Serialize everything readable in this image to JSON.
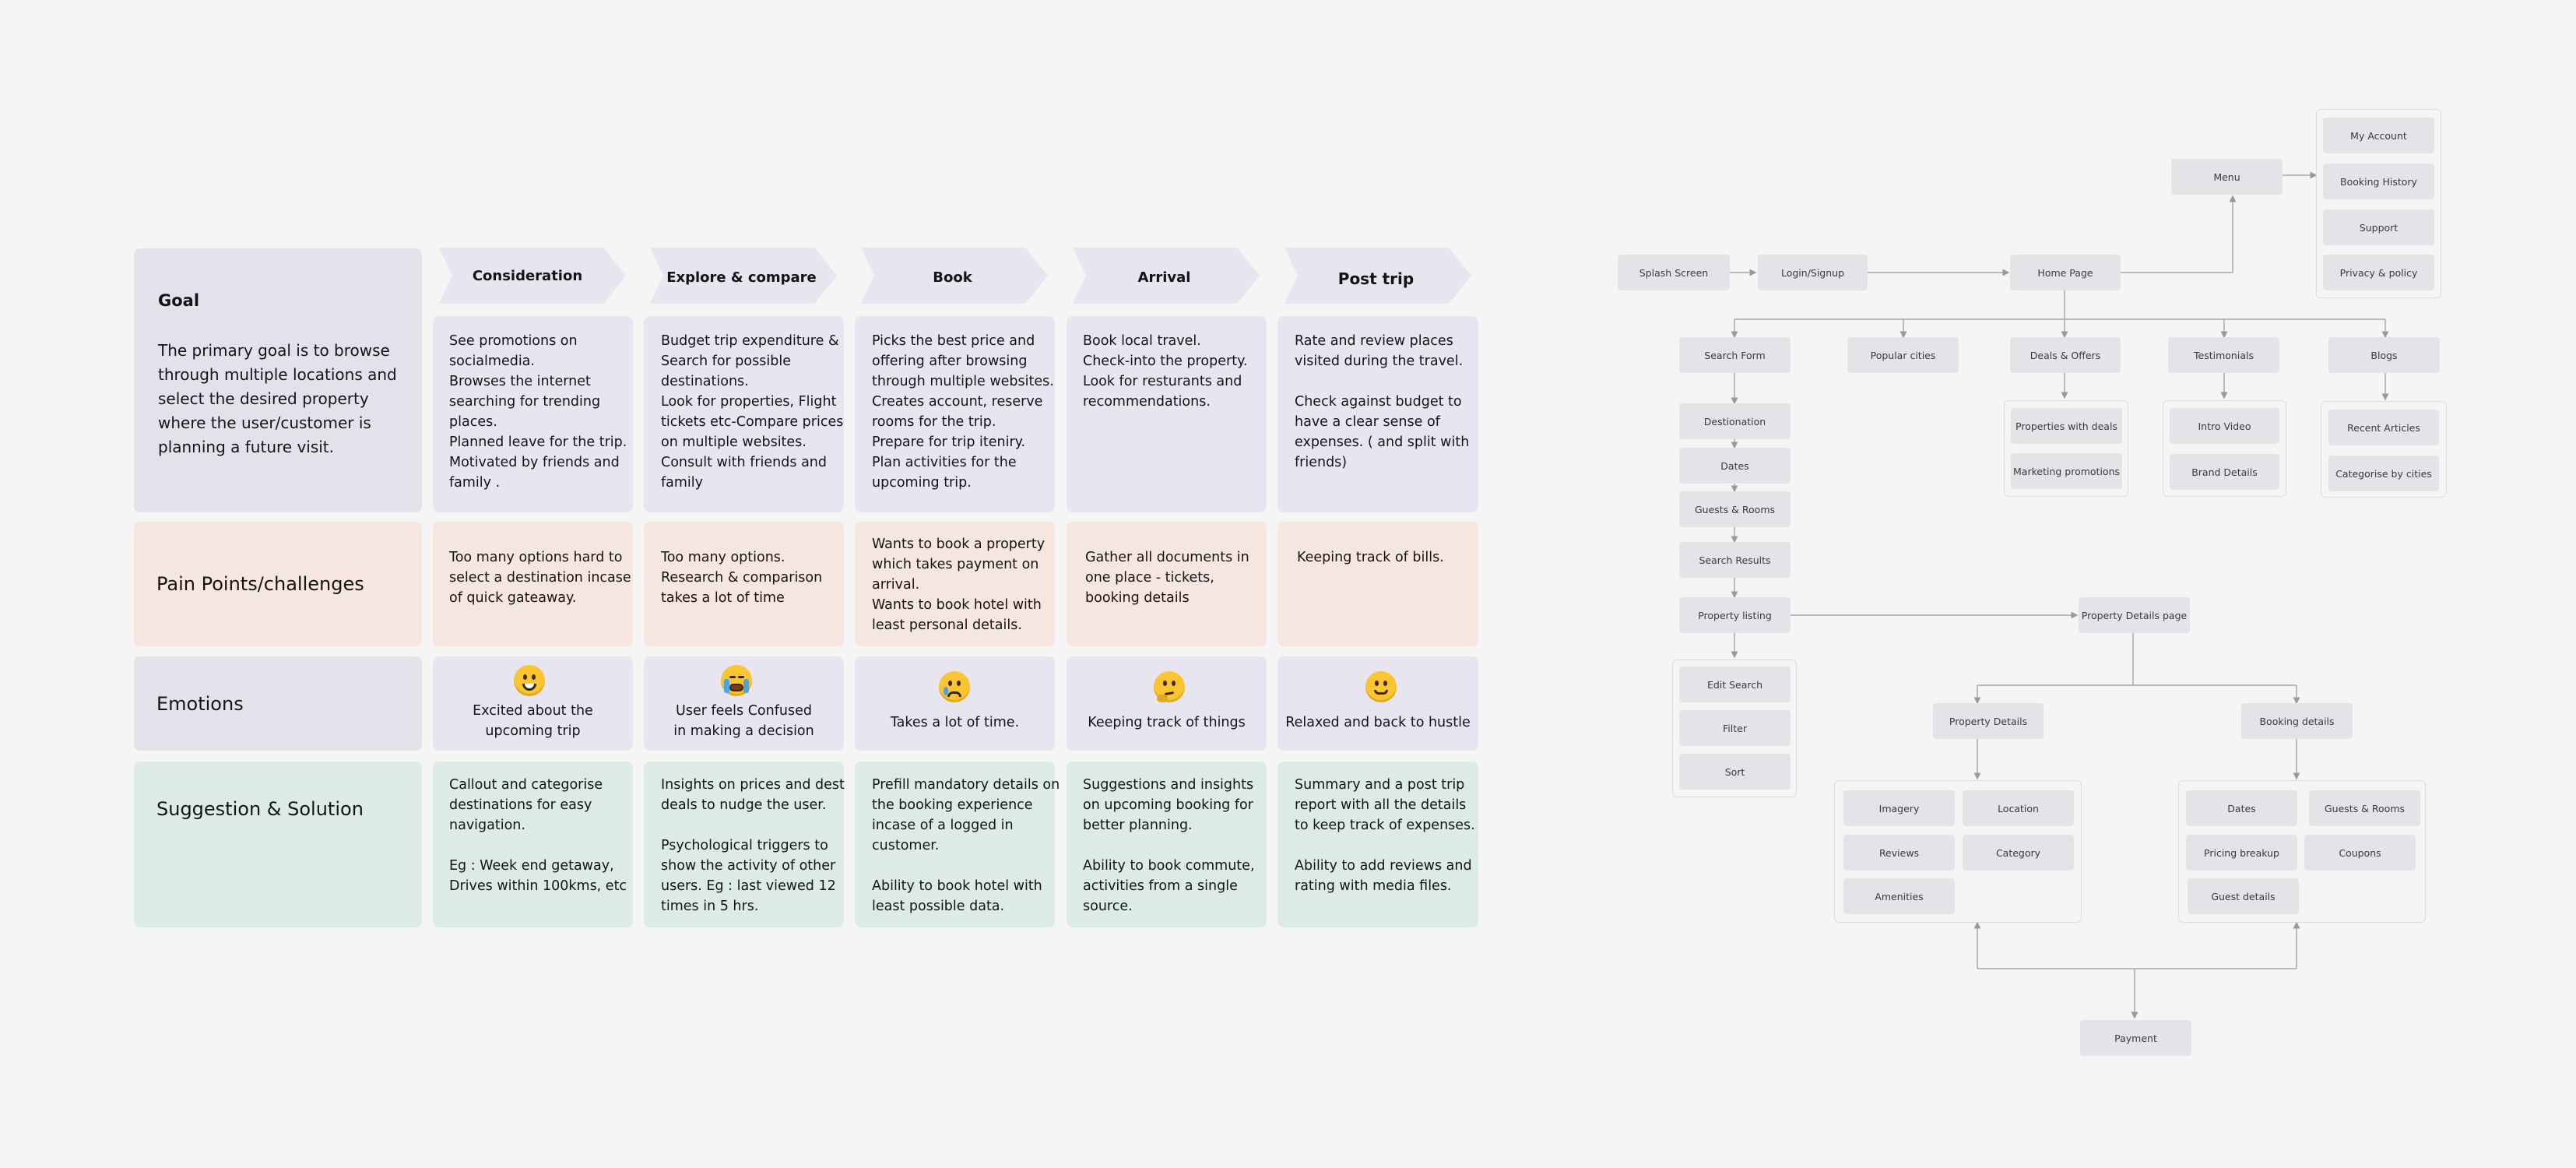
{
  "journey": {
    "goal": {
      "title": "Goal",
      "text": "The primary goal is to browse\nthrough multiple locations and\nselect the desired property\nwhere the user/customer is\nplanning a future visit."
    },
    "row_labels": {
      "pain": "Pain Points/challenges",
      "emotions": "Emotions",
      "suggestion": "Suggestion & Solution"
    },
    "stages": [
      {
        "name": "Consideration",
        "description": "See promotions on\nsocialmedia.\nBrowses the internet\nsearching for trending\nplaces.\nPlanned leave for the trip.\nMotivated by friends and\nfamily .",
        "pain": "Too many options hard to\nselect a destination incase\nof quick gateaway.",
        "emoji": "grinning-face",
        "emotion": "Excited about the\nupcoming trip",
        "suggestion": "Callout and categorise\ndestinations for easy\nnavigation.\n\nEg : Week end getaway,\nDrives within 100kms, etc"
      },
      {
        "name": "Explore & compare",
        "description": "Budget trip expenditure &\nSearch for possible\ndestinations.\nLook for properties, Flight\ntickets etc-Compare prices\non multiple websites.\nConsult with friends and\nfamily",
        "pain": "Too many options.\nResearch & comparison\ntakes a lot of time",
        "emoji": "crying-face",
        "emotion": "User feels Confused\nin making a decision",
        "suggestion": "Insights on prices and dest\ndeals to nudge the user.\n\nPsychological triggers to\nshow the activity of other\nusers. Eg : last viewed 12\ntimes in 5 hrs."
      },
      {
        "name": "Book",
        "description": "Picks the best price and\noffering after browsing\nthrough multiple websites.\nCreates account, reserve\nrooms for the trip.\nPrepare for trip iteniry.\nPlan activities for the\nupcoming trip.",
        "pain": "Wants to book a property\nwhich takes payment on\narrival.\nWants to book hotel with\nleast personal details.",
        "emoji": "sad-tear-face",
        "emotion": "Takes a lot of time.",
        "suggestion": "Prefill mandatory details on\nthe booking experience\nincase of a logged in\ncustomer.\n\nAbility to book hotel with\nleast possible data."
      },
      {
        "name": "Arrival",
        "description": "Book local travel.\nCheck-into the property.\nLook for resturants and\nrecommendations.",
        "pain": "Gather all documents in\none place - tickets,\nbooking details",
        "emoji": "thinking-face",
        "emotion": "Keeping track of things",
        "suggestion": "Suggestions and insights\non upcoming booking for\nbetter planning.\n\nAbility to book commute,\nactivities from a single\nsource."
      },
      {
        "name": "Post trip",
        "description": "Rate and review places\nvisited during the travel.\n\nCheck against budget to\nhave a clear sense of\nexpenses. ( and split with\nfriends)",
        "pain": "Keeping track of bills.",
        "emoji": "slightly-smiling-face",
        "emotion": "Relaxed and back to hustle",
        "suggestion": "Summary and a post trip\nreport with all the details\nto keep track of expenses.\n\nAbility to add reviews and\nrating with media files."
      }
    ]
  },
  "sitemap": {
    "splash": "Splash Screen",
    "login": "Login/Signup",
    "home": "Home Page",
    "menu": "Menu",
    "menu_items": [
      "My Account",
      "Booking History",
      "Support",
      "Privacy & policy"
    ],
    "sections": [
      "Search Form",
      "Popular cities",
      "Deals & Offers",
      "Testimonials",
      "Blogs"
    ],
    "search_steps": [
      "Destionation",
      "Dates",
      "Guests & Rooms"
    ],
    "search_results": "Search Results",
    "property_listing": "Property listing",
    "listing_actions": [
      "Edit Search",
      "Filter",
      "Sort"
    ],
    "deals_items": [
      "Properties with deals",
      "Marketing promotions"
    ],
    "testimonial_items": [
      "Intro Video",
      "Brand Details"
    ],
    "blog_items": [
      "Recent Articles",
      "Categorise by cities"
    ],
    "property_details_page": "Property Details page",
    "property_details": "Property Details",
    "property_details_items": [
      "Imagery",
      "Location",
      "Reviews",
      "Category",
      "Amenities"
    ],
    "booking_details": "Booking details",
    "booking_details_items": [
      "Dates",
      "Guests & Rooms",
      "Pricing breakup",
      "Coupons",
      "Guest details"
    ],
    "payment": "Payment"
  }
}
